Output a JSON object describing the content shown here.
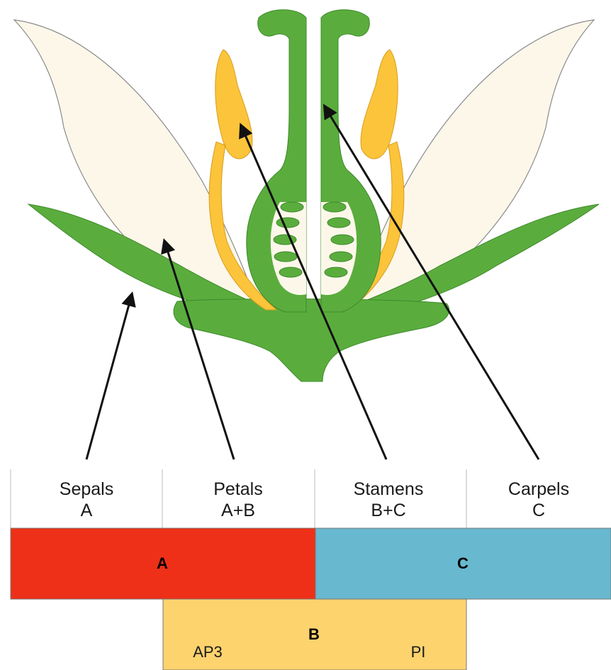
{
  "organs": [
    {
      "name": "Sepals",
      "genes": "A"
    },
    {
      "name": "Petals",
      "genes": "A+B"
    },
    {
      "name": "Stamens",
      "genes": "B+C"
    },
    {
      "name": "Carpels",
      "genes": "C"
    }
  ],
  "bands": {
    "a": {
      "label": "A",
      "color": "#ee3018"
    },
    "c": {
      "label": "C",
      "color": "#68b8cf"
    },
    "b": {
      "label": "B",
      "color": "#fdd36e",
      "left_gene": "AP3",
      "right_gene": "PI"
    }
  },
  "colors": {
    "sepal": "#5aad3d",
    "sepal_outline": "#3d8a2a",
    "petal": "#fdf7ea",
    "petal_outline": "#8a8a8a",
    "stamen": "#fbc43a",
    "carpel": "#5aad3d",
    "arrow": "#111111"
  }
}
